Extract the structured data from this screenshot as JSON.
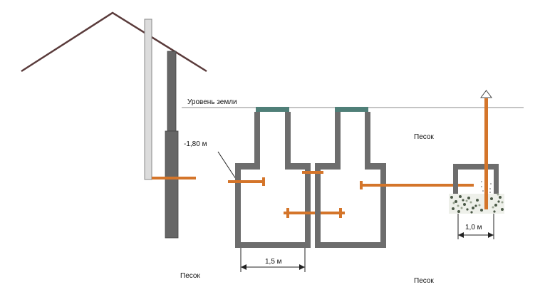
{
  "labels": {
    "ground_level": "Уровень земли",
    "depth": "-1,80 м",
    "sand_right_top": "Песок",
    "sand_left_bottom": "Песок",
    "sand_right_bottom": "Песок",
    "tank_width": "1,5 м",
    "filter_width": "1,0 м"
  },
  "colors": {
    "wall": "#6d6d6d",
    "pipe": "#d4752a",
    "lid": "#4f7f78",
    "roof": "#5a3b3b",
    "vent_pipe": "#d9d9d9"
  }
}
